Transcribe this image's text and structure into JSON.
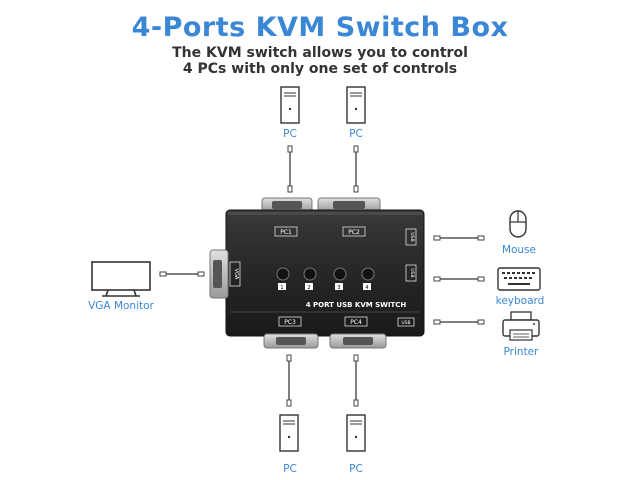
{
  "title": "4-Ports KVM Switch Box",
  "subtitle_line1": "The KVM switch allows you to control",
  "subtitle_line2": "4 PCs with only one set of controls",
  "device": {
    "name_label": "4 PORT USB KVM SWITCH",
    "port_pc1": "PC1",
    "port_pc2": "PC2",
    "port_pc3": "PC3",
    "port_pc4": "PC4",
    "port_usb_right1": "USB",
    "port_usb_right2": "USB",
    "port_usb_bottom": "USB",
    "port_vga": "VGA",
    "buttons": [
      "1",
      "2",
      "3",
      "4"
    ]
  },
  "labels": {
    "pc_top_left": "PC",
    "pc_top_right": "PC",
    "pc_bottom_left": "PC",
    "pc_bottom_right": "PC",
    "monitor": "VGA Monitor",
    "mouse": "Mouse",
    "keyboard": "keyboard",
    "printer": "Printer"
  },
  "colors": {
    "accent": "#3a87d6",
    "device_body": "#2b2b2b",
    "port_metal": "#bdbdbd"
  }
}
